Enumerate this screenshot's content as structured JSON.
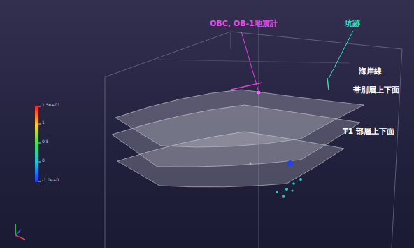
{
  "diagram": {
    "labels": [
      "OBC, OB-1地震計",
      "坑跡",
      "海岸線",
      "帯別層上下面",
      "T1 部層上下面",
      "1.5e+01",
      "1",
      "0.5",
      "0",
      "-1.0e+0"
    ]
  }
}
